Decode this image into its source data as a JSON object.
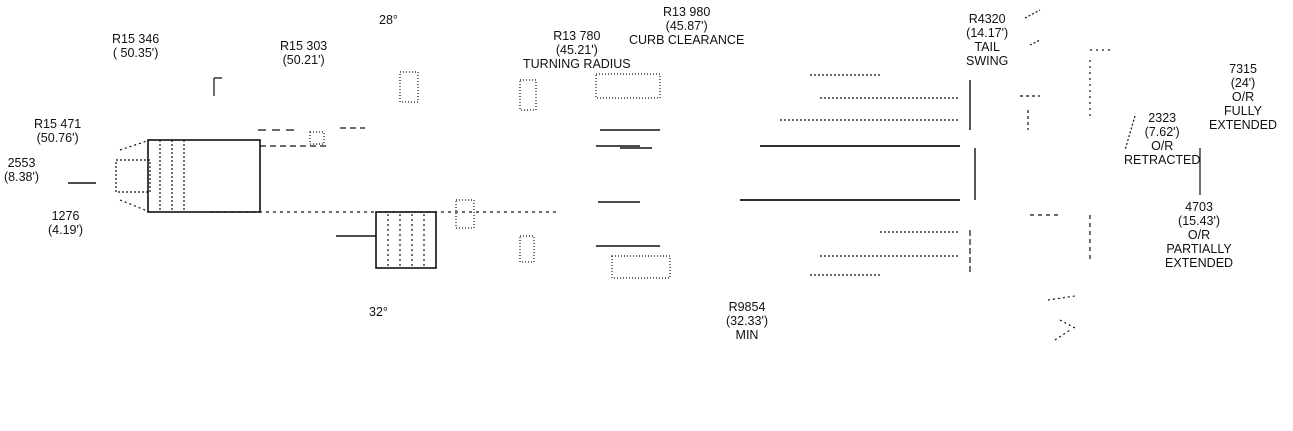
{
  "drawing": {
    "title": "",
    "dimensions": {
      "r15346": {
        "value": "R15 346",
        "imperial": "( 50.35')"
      },
      "r15303": {
        "value": "R15 303",
        "imperial": "(50.21')"
      },
      "angle_top": {
        "value": "28°"
      },
      "turning_radius": {
        "value": "R13 780",
        "imperial": "(45.21')",
        "caption": "TURNING RADIUS"
      },
      "curb_clearance": {
        "value": "R13 980",
        "imperial": "(45.87')",
        "caption": "CURB CLEARANCE"
      },
      "tail_swing": {
        "value": "R4320",
        "imperial": "(14.17')",
        "caption1": "TAIL",
        "caption2": "SWING"
      },
      "fully_extended": {
        "value": "7315",
        "imperial": "(24')",
        "caption1": "O/R",
        "caption2": "FULLY",
        "caption3": "EXTENDED"
      },
      "r15471": {
        "value": "R15 471",
        "imperial": "(50.76')"
      },
      "width_2553": {
        "value": "2553",
        "imperial": "(8.38')"
      },
      "half_1276": {
        "value": "1276",
        "imperial": "(4.19')"
      },
      "retracted": {
        "value": "2323",
        "imperial": "(7.62')",
        "caption1": "O/R",
        "caption2": "RETRACTED"
      },
      "partially_extended": {
        "value": "4703",
        "imperial": "(15.43')",
        "caption1": "O/R",
        "caption2": "PARTIALLY",
        "caption3": "EXTENDED"
      },
      "angle_bottom": {
        "value": "32°"
      },
      "min_radius": {
        "value": "R9854",
        "imperial": "(32.33')",
        "caption": "MIN"
      }
    }
  }
}
